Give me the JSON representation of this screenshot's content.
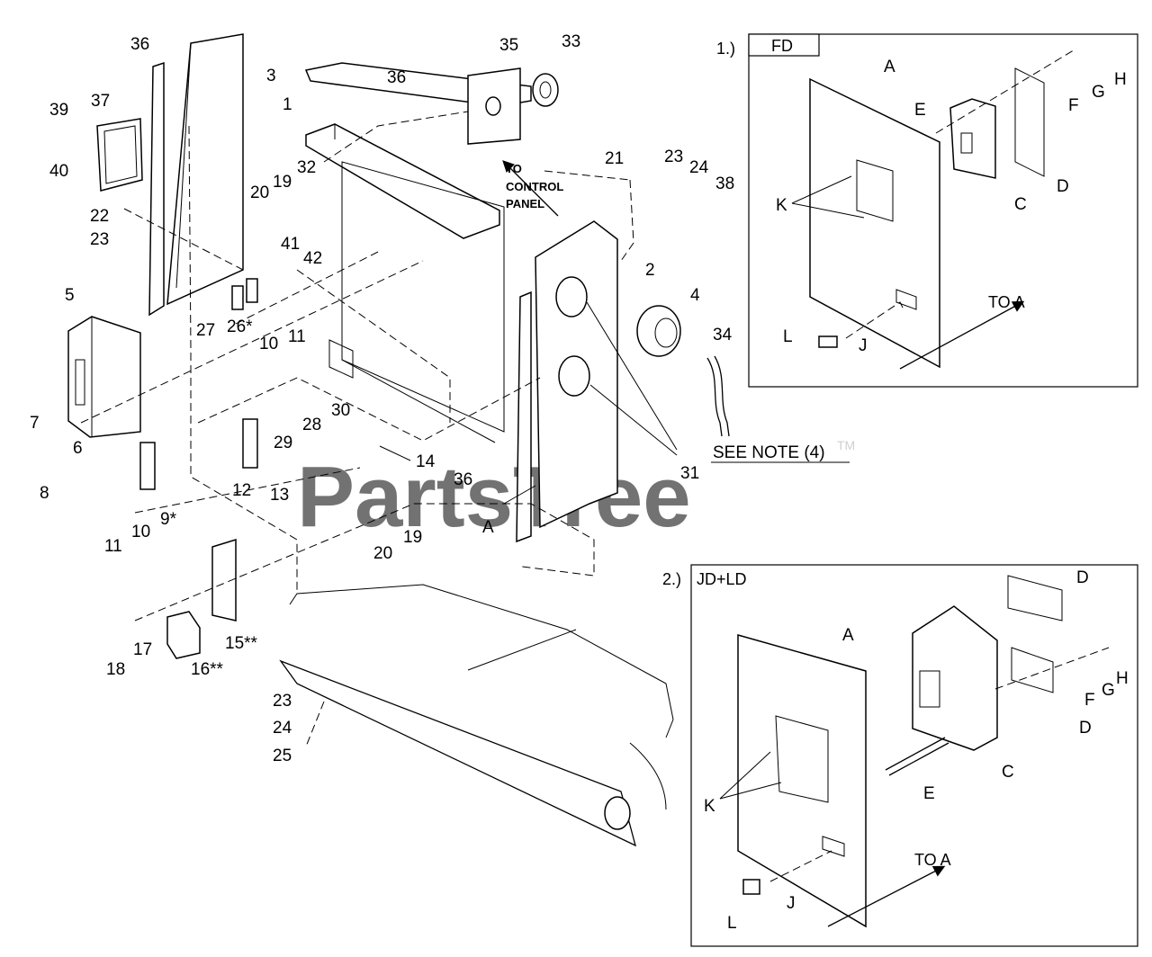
{
  "watermark": {
    "text": "PartsTree",
    "tm": "TM"
  },
  "notes": {
    "to_control_panel": [
      "TO",
      "CONTROL",
      "PANEL"
    ],
    "see_note": "SEE NOTE (4)"
  },
  "main_callouts": [
    {
      "t": "36"
    },
    {
      "t": "3"
    },
    {
      "t": "36"
    },
    {
      "t": "1"
    },
    {
      "t": "35"
    },
    {
      "t": "33"
    },
    {
      "t": "39"
    },
    {
      "t": "37"
    },
    {
      "t": "40"
    },
    {
      "t": "22"
    },
    {
      "t": "23"
    },
    {
      "t": "20"
    },
    {
      "t": "19"
    },
    {
      "t": "32"
    },
    {
      "t": "41"
    },
    {
      "t": "42"
    },
    {
      "t": "21"
    },
    {
      "t": "23"
    },
    {
      "t": "24"
    },
    {
      "t": "38"
    },
    {
      "t": "2"
    },
    {
      "t": "4"
    },
    {
      "t": "34"
    },
    {
      "t": "5"
    },
    {
      "t": "27"
    },
    {
      "t": "26*"
    },
    {
      "t": "10"
    },
    {
      "t": "11"
    },
    {
      "t": "30"
    },
    {
      "t": "28"
    },
    {
      "t": "29"
    },
    {
      "t": "7"
    },
    {
      "t": "6"
    },
    {
      "t": "8"
    },
    {
      "t": "12"
    },
    {
      "t": "13"
    },
    {
      "t": "14"
    },
    {
      "t": "36"
    },
    {
      "t": "31"
    },
    {
      "t": "9*"
    },
    {
      "t": "10"
    },
    {
      "t": "11"
    },
    {
      "t": "19"
    },
    {
      "t": "20"
    },
    {
      "t": "A"
    },
    {
      "t": "15**"
    },
    {
      "t": "16**"
    },
    {
      "t": "17"
    },
    {
      "t": "18"
    },
    {
      "t": "23"
    },
    {
      "t": "24"
    },
    {
      "t": "25"
    }
  ],
  "inset1": {
    "number": "1.)",
    "title": "FD",
    "to_a": "TO A",
    "letters": [
      {
        "t": "A"
      },
      {
        "t": "E"
      },
      {
        "t": "F"
      },
      {
        "t": "G"
      },
      {
        "t": "H"
      },
      {
        "t": "C"
      },
      {
        "t": "D"
      },
      {
        "t": "K"
      },
      {
        "t": "L"
      },
      {
        "t": "J"
      }
    ]
  },
  "inset2": {
    "number": "2.)",
    "title": "JD+LD",
    "to_a": "TO A",
    "letters": [
      {
        "t": "D"
      },
      {
        "t": "A"
      },
      {
        "t": "H"
      },
      {
        "t": "G"
      },
      {
        "t": "F"
      },
      {
        "t": "D"
      },
      {
        "t": "C"
      },
      {
        "t": "E"
      },
      {
        "t": "K"
      },
      {
        "t": "L"
      },
      {
        "t": "J"
      }
    ]
  }
}
